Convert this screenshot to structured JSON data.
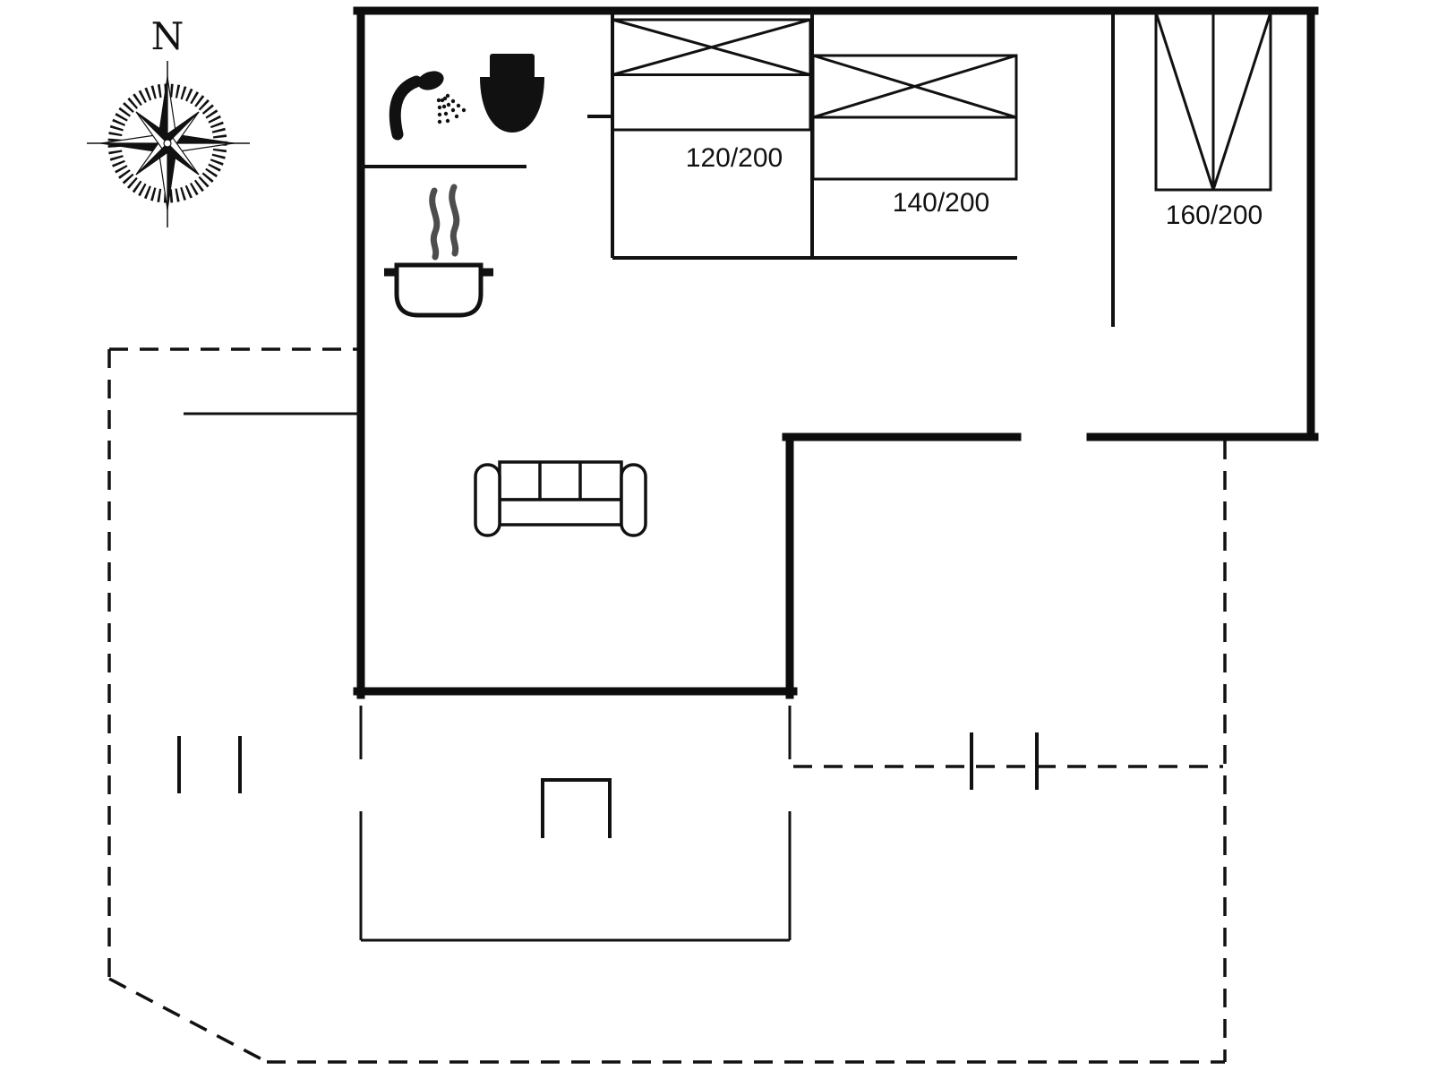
{
  "page": {
    "background": "#ffffff",
    "line_color": "#111111",
    "steam_color": "#4d4d4d"
  },
  "compass": {
    "north": "N"
  },
  "labels": {
    "bed_120": "120/200",
    "bed_140": "140/200",
    "bed_160": "160/200"
  },
  "icons": {
    "compass-rose-icon": "8-point compass rose with tick ring",
    "shower-icon": "hand shower with dotted spray",
    "toilet-icon": "toilet (solid black, tank + bowl)",
    "cooking-pot-icon": "pot with two steam wisps",
    "sofa-icon": "three-seat sofa, top view",
    "step-icon": "open rectangle step marker on terrace",
    "bed-symbol": "rectangle with duvet cross lines",
    "window-bed-160": "vertical rectangle with center line and V diagonals"
  },
  "legend": {
    "dashed_line_meaning": "terrace / open deck boundary",
    "thick_line_meaning": "exterior wall",
    "thin_line_meaning": "interior wall"
  }
}
